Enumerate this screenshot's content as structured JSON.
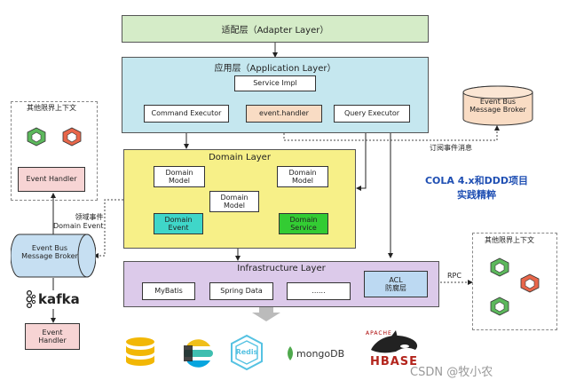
{
  "adapter_layer": "适配层（Adapter Layer）",
  "application_layer": {
    "title": "应用层（Application Layer）",
    "service_impl": "Service Impl",
    "command_executor": "Command Executor",
    "event_handler": "event.handler",
    "query_executor": "Query Executor"
  },
  "domain_layer": {
    "title": "Domain Layer",
    "model_left": "Domain\nModel",
    "model_right": "Domain\nModel",
    "model_center": "Domain\nModel",
    "domain_event": "Domain\nEvent",
    "domain_service": "Domain\nService"
  },
  "infrastructure_layer": {
    "title": "Infrastructure Layer",
    "mybatis": "MyBatis",
    "spring_data": "Spring Data",
    "ellipsis": "......",
    "acl": "ACL\n防腐层"
  },
  "left_context": {
    "title": "其他限界上下文",
    "event_handler": "Event Handler",
    "bus": "Event Bus\nMessage Broker",
    "kafka": "kafka",
    "event_handler_bottom": "Event\nHandler",
    "domain_event_label": "领域事件\nDomain Event"
  },
  "right_side": {
    "bus": "Event Bus\nMessage Broker",
    "subscribe_label": "订阅事件消息",
    "headline": "COLA 4.x和DDD项目\n实践精粹",
    "context_title": "其他限界上下文",
    "rpc": "RPC"
  },
  "logos": {
    "redis": "Redis",
    "mongodb": "mongoDB",
    "hbase": "HBASE",
    "apache": "APACHE"
  },
  "watermark": "CSDN @牧小农",
  "colors": {
    "adapter": "#d5ecc8",
    "application": "#c5e7ef",
    "domain": "#f7f088",
    "infrastructure": "#dccaea",
    "event_handler_box": "#f9dcc4",
    "domain_event_box": "#3fd6c9",
    "domain_service_box": "#33cc33",
    "bus": "#c6dff2",
    "acl_box": "#bcd9f2",
    "red_box": "#f7d4d4",
    "headline": "#1f4fb3"
  }
}
